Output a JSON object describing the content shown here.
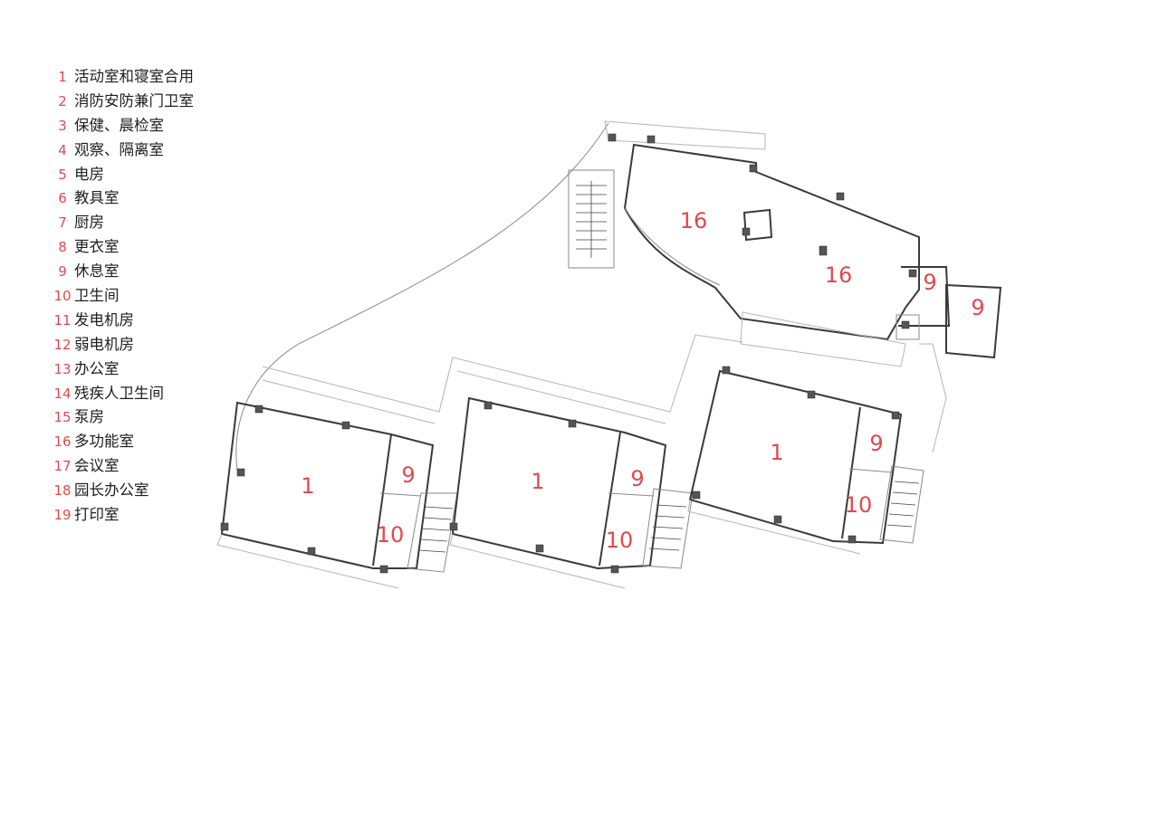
{
  "legend": [
    {
      "num": "1",
      "label": "活动室和寝室合用"
    },
    {
      "num": "2",
      "label": "消防安防兼门卫室"
    },
    {
      "num": "3",
      "label": "保健、晨检室"
    },
    {
      "num": "4",
      "label": "观察、隔离室"
    },
    {
      "num": "5",
      "label": "电房"
    },
    {
      "num": "6",
      "label": "教具室"
    },
    {
      "num": "7",
      "label": "厨房"
    },
    {
      "num": "8",
      "label": "更衣室"
    },
    {
      "num": "9",
      "label": "休息室"
    },
    {
      "num": "10",
      "label": "卫生间"
    },
    {
      "num": "11",
      "label": "发电机房"
    },
    {
      "num": "12",
      "label": "弱电机房"
    },
    {
      "num": "13",
      "label": "办公室"
    },
    {
      "num": "14",
      "label": "残疾人卫生间"
    },
    {
      "num": "15",
      "label": "泵房"
    },
    {
      "num": "16",
      "label": "多功能室"
    },
    {
      "num": "17",
      "label": "会议室"
    },
    {
      "num": "18",
      "label": "园长办公室"
    },
    {
      "num": "19",
      "label": "打印室"
    }
  ],
  "plan": {
    "room_labels": {
      "mp_a": "16",
      "mp_b": "16",
      "rest_ne_a": "9",
      "rest_ne_b": "9",
      "act_w": "1",
      "rest_w": "9",
      "wc_w": "10",
      "act_m": "1",
      "rest_m": "9",
      "wc_m": "10",
      "act_e": "1",
      "rest_e": "9",
      "wc_e": "10"
    }
  },
  "colors": {
    "label_red": "#e5484d",
    "text": "#1e1e1e",
    "wall": "#3a3a3a"
  }
}
